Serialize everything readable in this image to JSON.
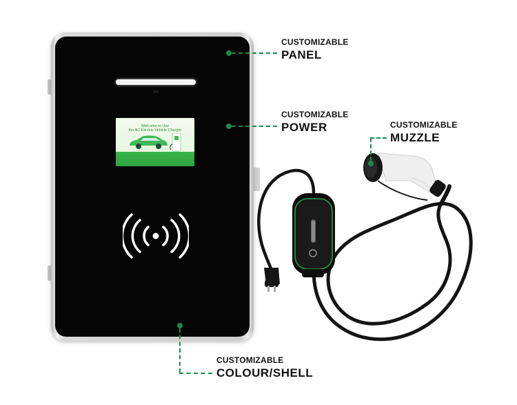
{
  "callouts": {
    "panel": {
      "line1": "CUSTOMIZABLE",
      "line2": "PANEL"
    },
    "power": {
      "line1": "CUSTOMIZABLE",
      "line2": "POWER"
    },
    "muzzle": {
      "line1": "CUSTOMIZABLE",
      "line2": "MUZZLE"
    },
    "shell": {
      "line1": "CUSTOMIZABLE",
      "line2": "COLOUR/SHELL"
    }
  },
  "screen": {
    "line1": "Welcome to Use",
    "line2": "the AC Electric Vehicle Charger"
  },
  "colors": {
    "accent": "#1b8a4a",
    "charger_face": "#050505",
    "screen_green": "#38b449",
    "text": "#111111"
  },
  "icons": [
    "rfid-icon",
    "car-icon",
    "charging-station-icon",
    "plug-icon",
    "power-button-icon"
  ]
}
